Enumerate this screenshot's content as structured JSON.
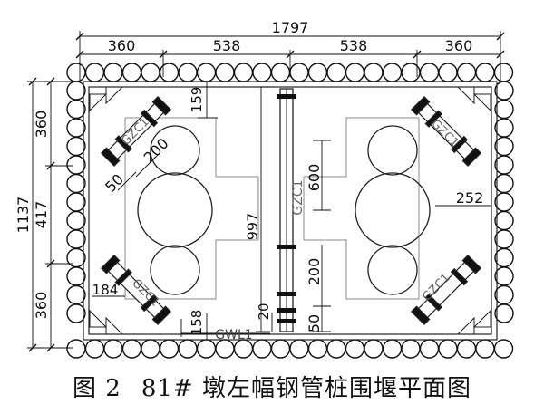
{
  "dimensions": {
    "total_width": "1797",
    "top_segments": [
      "360",
      "538",
      "538",
      "360"
    ],
    "total_height": "1137",
    "left_segments": [
      "360",
      "417",
      "360"
    ],
    "d_159": "159",
    "d_200_upper": "200",
    "d_50_upper": "50",
    "d_600": "600",
    "d_997": "997",
    "d_252": "252",
    "d_200_lower": "200",
    "d_184": "184",
    "d_158": "158",
    "d_20": "20",
    "d_50_lower": "50"
  },
  "labels": {
    "gzc1_center": "GZC1",
    "gzc1_ul": "GZC1",
    "gzc1_ll": "GZC1",
    "gzc1_ur": "GZC1",
    "gzc1_lr": "GZC1",
    "gwl1": "GWL1"
  },
  "caption": {
    "figure_no": "图 2",
    "title": "81# 墩左幅钢管桩围堰平面图"
  }
}
